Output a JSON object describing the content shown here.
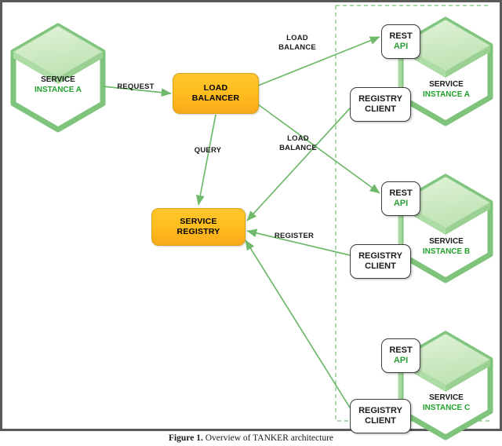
{
  "figure": {
    "caption_label": "Figure 1.",
    "caption_text": " Overview of TANKER architecture"
  },
  "colors": {
    "orange_fill": "#FFBE1F",
    "orange_border": "#D9A21B",
    "green_line": "#6FB96B",
    "green_text": "#21A32B",
    "cube_top": "#D7EDCE",
    "cube_edge": "#8BCB8B",
    "dashed_boundary": "#8BCB8B",
    "frame_border": "#595959"
  },
  "nodes": {
    "client_instance": {
      "title": "SERVICE",
      "subtitle": "INSTANCE A"
    },
    "load_balancer": {
      "label": "LOAD BALANCER",
      "line1": "LOAD",
      "line2": "BALANCER"
    },
    "service_registry": {
      "label": "SERVICE REGISTRY",
      "line1": "SERVICE",
      "line2": "REGISTRY"
    },
    "instances": [
      {
        "id": "instance-a",
        "title": "SERVICE",
        "subtitle": "INSTANCE A",
        "rest_api": {
          "line1": "REST",
          "line2": "API"
        },
        "registry_client": {
          "line1": "REGISTRY",
          "line2": "CLIENT"
        }
      },
      {
        "id": "instance-b",
        "title": "SERVICE",
        "subtitle": "INSTANCE B",
        "rest_api": {
          "line1": "REST",
          "line2": "API"
        },
        "registry_client": {
          "line1": "REGISTRY",
          "line2": "CLIENT"
        }
      },
      {
        "id": "instance-c",
        "title": "SERVICE",
        "subtitle": "INSTANCE C",
        "rest_api": {
          "line1": "REST",
          "line2": "API"
        },
        "registry_client": {
          "line1": "REGISTRY",
          "line2": "CLIENT"
        }
      }
    ]
  },
  "edges": [
    {
      "id": "request",
      "line1": "REQUEST",
      "line2": ""
    },
    {
      "id": "load-balance-1",
      "line1": "LOAD",
      "line2": "BALANCE"
    },
    {
      "id": "load-balance-2",
      "line1": "LOAD",
      "line2": "BALANCE"
    },
    {
      "id": "query",
      "line1": "QUERY",
      "line2": ""
    },
    {
      "id": "register",
      "line1": "REGISTER",
      "line2": ""
    }
  ]
}
